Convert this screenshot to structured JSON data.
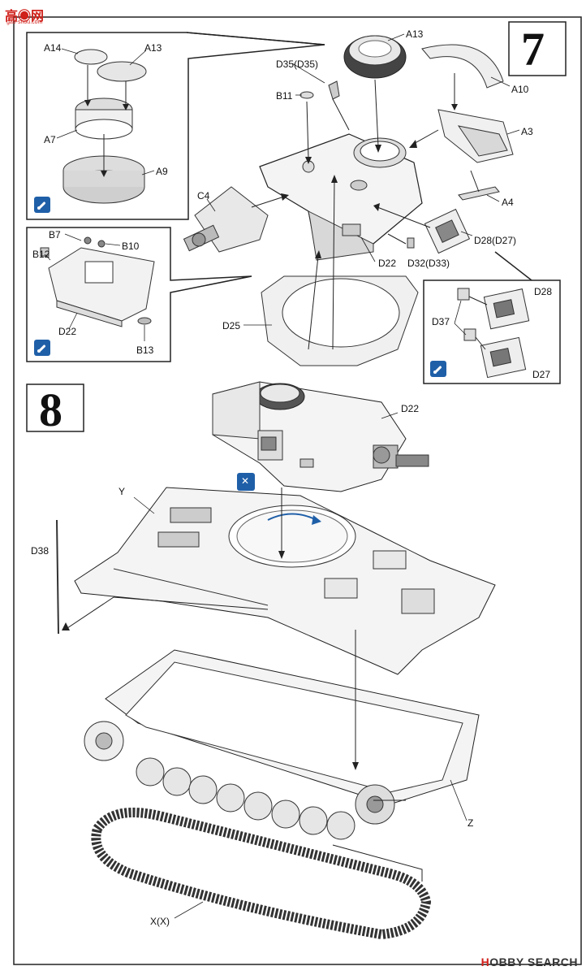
{
  "watermark": {
    "logo": "高◉网",
    "url": "gao-shou.com"
  },
  "footer": {
    "logo_h": "H",
    "logo_rest": "OBBY SEARCH"
  },
  "steps": [
    {
      "number": "7"
    },
    {
      "number": "8"
    }
  ],
  "labels": {
    "A14": "A14",
    "A13_inset": "A13",
    "A7": "A7",
    "A9": "A9",
    "B7": "B7",
    "B10": "B10",
    "B12": "B12",
    "D22_inset": "D22",
    "B13": "B13",
    "A13": "A13",
    "D35": "D35(D35)",
    "B11": "B11",
    "A10": "A10",
    "A3": "A3",
    "C4": "C4",
    "A4": "A4",
    "D28_main": "D28(D27)",
    "D22": "D22",
    "D32": "D32(D33)",
    "D25": "D25",
    "D28": "D28",
    "D37": "D37",
    "D27": "D27",
    "D22_step8": "D22",
    "Y": "Y",
    "D38": "D38",
    "Z": "Z",
    "XX": "X(X)"
  }
}
